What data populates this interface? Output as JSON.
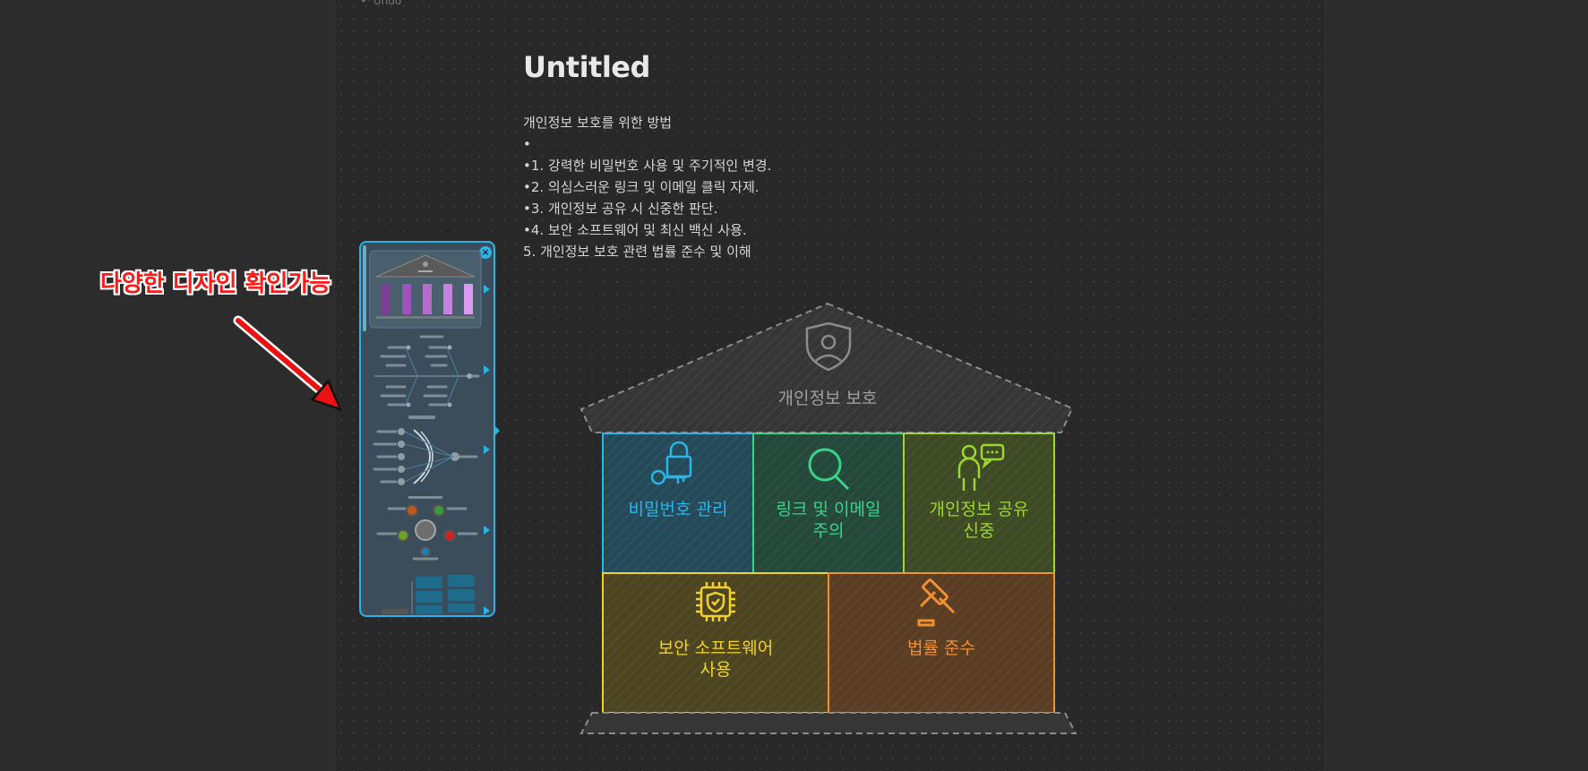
{
  "toolbar": {
    "undo_label": "Undo"
  },
  "document": {
    "title": "Untitled",
    "lines": [
      "개인정보 보호를 위한 방법",
      "•",
      "•1. 강력한 비밀번호 사용 및 주기적인 변경.",
      "•2. 의심스러운 링크 및 이메일 클릭 자제.",
      "•3. 개인정보 공유 시 신중한 판단.",
      "•4. 보안 소프트웨어 및 최신 백신 사용.",
      "5. 개인정보 보호 관련 법률 준수 및 이해"
    ]
  },
  "annotation": {
    "text": "다양한 디자인 확인가능",
    "color": "#ff1a1a"
  },
  "design_panel": {
    "close_icon": "close-icon",
    "templates": [
      "temple-columns",
      "fishbone-diagram",
      "funnel-radial",
      "hub-spoke",
      "block-grid"
    ]
  },
  "infographic": {
    "roof_label": "개인정보 보호",
    "roof_icon": "shield-person-icon",
    "cells": [
      {
        "label_lines": [
          "비밀번호 관리"
        ],
        "icon": "lock-key-icon",
        "color": "#29b6e8"
      },
      {
        "label_lines": [
          "링크 및 이메일",
          "주의"
        ],
        "icon": "magnifier-icon",
        "color": "#39d48a"
      },
      {
        "label_lines": [
          "개인정보 공유",
          "신중"
        ],
        "icon": "person-chat-icon",
        "color": "#9ed82e"
      },
      {
        "label_lines": [
          "보안 소프트웨어",
          "사용"
        ],
        "icon": "chip-shield-icon",
        "color": "#f2d22a"
      },
      {
        "label_lines": [
          "법률 준수"
        ],
        "icon": "gavel-icon",
        "color": "#f09030"
      }
    ]
  }
}
